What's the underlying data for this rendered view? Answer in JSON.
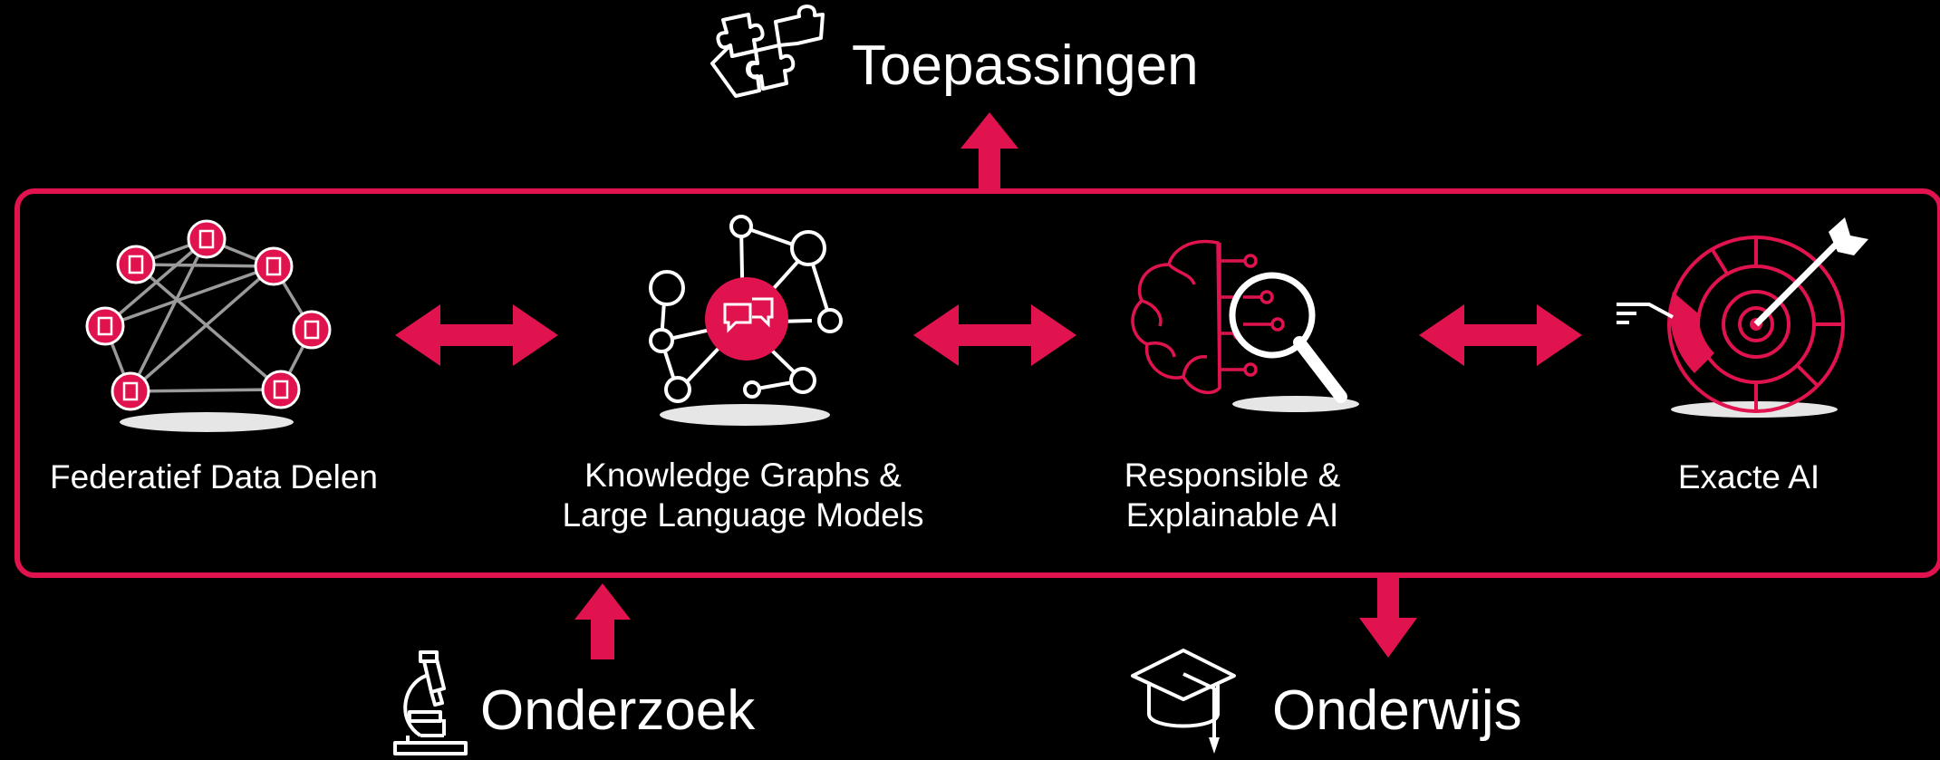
{
  "colors": {
    "accent": "#e0134e",
    "background": "#000000",
    "text": "#ffffff",
    "line": "#9a9a9a",
    "shadow": "#e6e6e6"
  },
  "top": {
    "label": "Toepassingen",
    "icon": "puzzle-icon"
  },
  "bottom_left": {
    "label": "Onderzoek",
    "icon": "microscope-icon"
  },
  "bottom_right": {
    "label": "Onderwijs",
    "icon": "graduation-cap-icon"
  },
  "pillars": [
    {
      "line1": "Federatief Data Delen",
      "line2": "",
      "icon": "document-network-icon"
    },
    {
      "line1": "Knowledge Graphs &",
      "line2": "Large Language Models",
      "icon": "knowledge-graph-chat-icon"
    },
    {
      "line1": "Responsible &",
      "line2": "Explainable AI",
      "icon": "brain-magnifier-icon"
    },
    {
      "line1": "Exacte AI",
      "line2": "",
      "icon": "target-dart-icon"
    }
  ]
}
